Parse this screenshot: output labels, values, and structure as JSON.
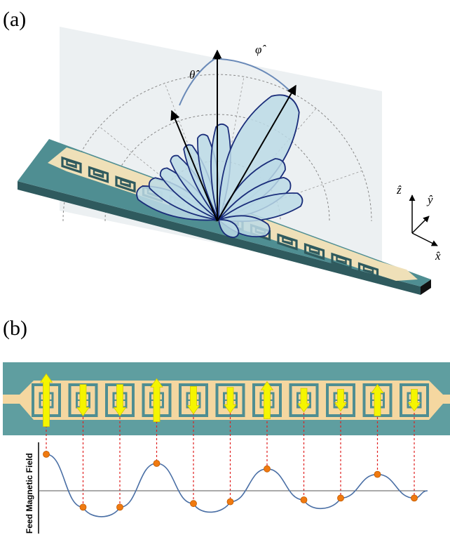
{
  "panels": {
    "a_label": "(a)",
    "b_label": "(b)"
  },
  "panel_a": {
    "unit_vectors": {
      "theta": "θ̂",
      "phi": "φ̂",
      "z": "ẑ",
      "y": "ŷ",
      "x": "x̂"
    },
    "unit_cell_count": 12
  },
  "panel_b": {
    "y_axis_label": "Feed Magnetic Field",
    "unit_cell_count": 11,
    "arrow_directions": [
      "up",
      "down",
      "down",
      "up",
      "down",
      "down",
      "up",
      "down",
      "down",
      "up",
      "down"
    ],
    "field_samples": [
      1.0,
      -0.45,
      -0.45,
      0.75,
      -0.35,
      -0.3,
      0.6,
      -0.25,
      -0.2,
      0.45,
      -0.2
    ]
  },
  "colors": {
    "substrate": "#5f9ea0",
    "substrate_side": "#3f6f73",
    "metal": "#f5d7a0",
    "lobe_fill": "#bcdbe6",
    "lobe_stroke": "#1a2d7a",
    "arrow_yellow": "#f5f500",
    "sample_dot": "#f07a10",
    "dashed_link": "#e02020",
    "wave": "#4a6fa5"
  }
}
